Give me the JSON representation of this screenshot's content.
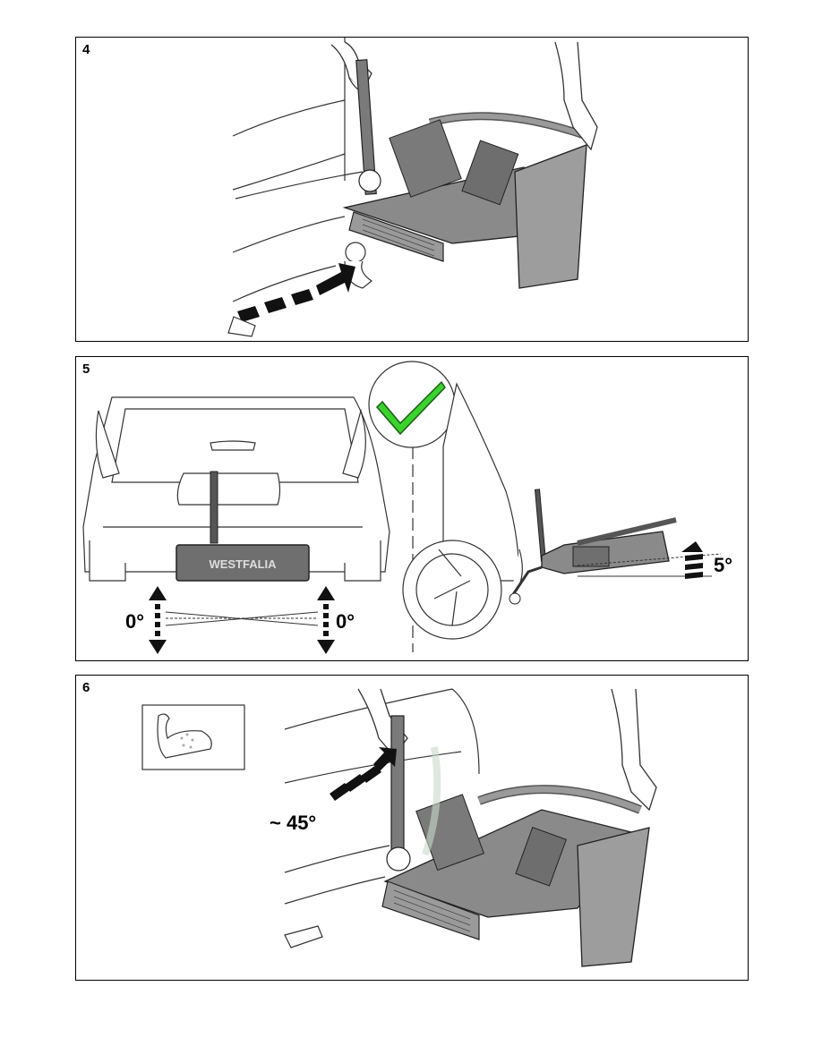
{
  "steps": [
    {
      "number": "4"
    },
    {
      "number": "5",
      "brand_plate": "WESTFALIA",
      "angle_left": "0°",
      "angle_right": "0°",
      "tilt_angle": "5°",
      "check_color": "#3bd12e"
    },
    {
      "number": "6",
      "tilt_angle": "~ 45°"
    }
  ],
  "colors": {
    "line": "#333333",
    "carrier": "#8a8a8a",
    "carrier_dark": "#555555",
    "check": "#3bd12e"
  }
}
